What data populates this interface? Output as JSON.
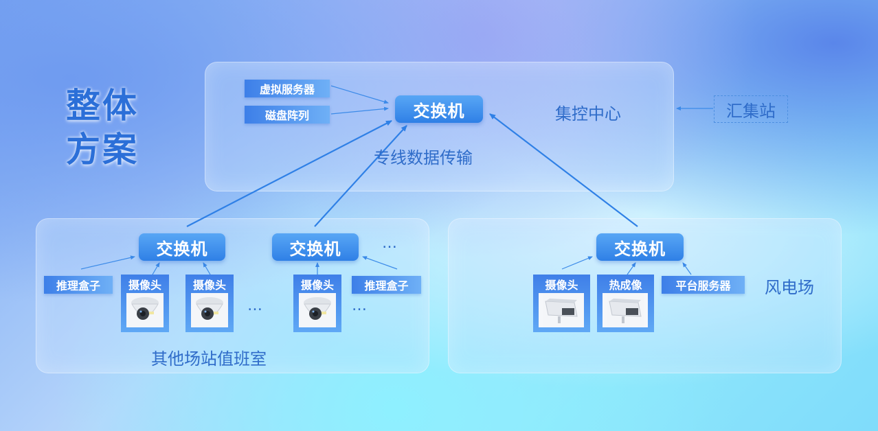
{
  "title": {
    "line1": "整体",
    "line2": "方案"
  },
  "center": {
    "label": "集控中心",
    "switch_label": "交换机",
    "virtual_server": "虚拟服务器",
    "disk_array": "磁盘阵列",
    "transport_label": "专线数据传输"
  },
  "aggregation": {
    "label": "汇集站"
  },
  "stations": {
    "label": "其他场站值班室",
    "switch1": "交换机",
    "switch2": "交换机",
    "dots_top": "…",
    "infer_box_left": "推理盒子",
    "infer_box_right": "推理盒子",
    "camera1": "摄像头",
    "camera2": "摄像头",
    "camera3": "摄像头",
    "dots_mid": "…",
    "dots_right": "…"
  },
  "wind": {
    "label": "风电场",
    "switch_label": "交换机",
    "camera": "摄像头",
    "thermal": "热成像",
    "platform_server": "平台服务器"
  },
  "colors": {
    "accent": "#2f80e6",
    "text": "#2f6cc9",
    "title": "#2b6fd8"
  }
}
